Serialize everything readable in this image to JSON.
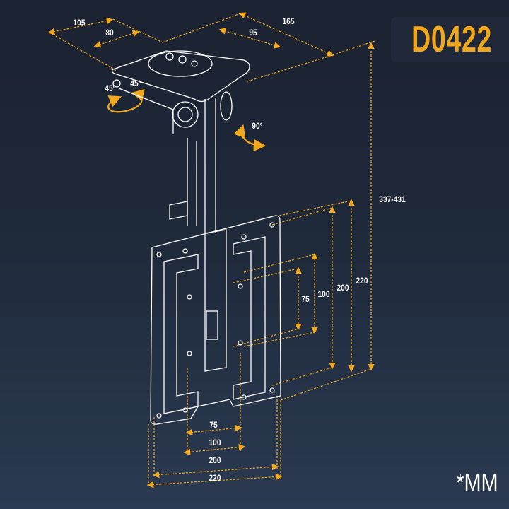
{
  "model": "D0422",
  "unit": "*MM",
  "accent_color": "#f2a81d",
  "ceiling_plate": {
    "width_outer": "105",
    "width_inner": "80",
    "length_outer": "165",
    "length_inner": "95"
  },
  "rotation": {
    "swivel_left": "45°",
    "swivel_right": "45°",
    "tilt": "90°"
  },
  "height_range": "337-431",
  "vesa_vertical": [
    "75",
    "100",
    "200",
    "220"
  ],
  "vesa_horizontal": [
    "75",
    "100",
    "200",
    "220"
  ]
}
